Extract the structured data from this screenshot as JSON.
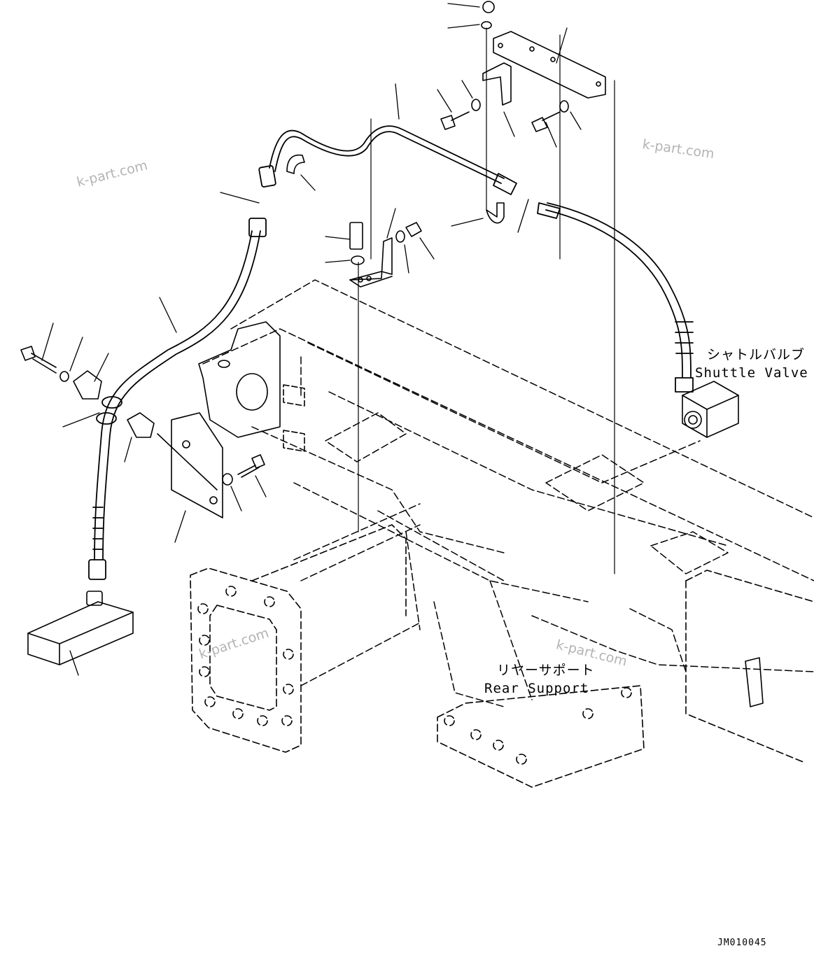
{
  "labels": {
    "shuttle_valve_jp": "シャトルバルブ",
    "shuttle_valve_en": "Shuttle Valve",
    "rear_support_jp": "リヤーサポート",
    "rear_support_en": "Rear Support"
  },
  "drawing_code": "JM010045",
  "watermark": "k-part.com"
}
